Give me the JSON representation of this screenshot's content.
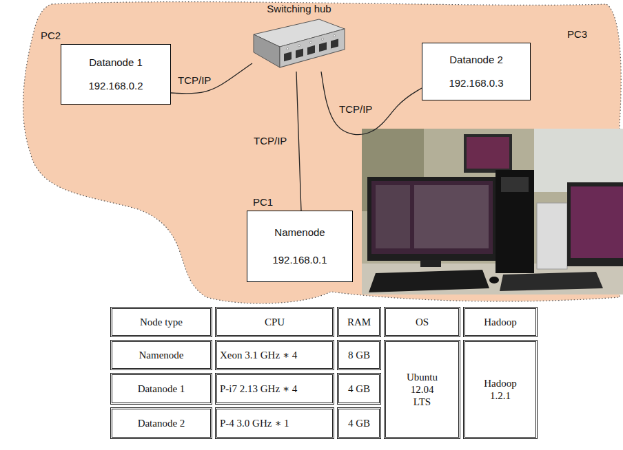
{
  "diagram": {
    "nodes": [
      {
        "text": [
          "PC2",
          "Datanode 1",
          "192.168.0.2"
        ]
      },
      {
        "text": [
          "Switching hub"
        ]
      },
      {
        "text": [
          "PC3",
          "Datanode 2",
          "192.168.0.3"
        ]
      },
      {
        "text": [
          "PC1",
          "Namenode",
          "192.168.0.1"
        ]
      }
    ],
    "edges": [
      {
        "from": 0,
        "to": 1,
        "label": "TCP/IP",
        "arrow": "none"
      },
      {
        "from": 2,
        "to": 1,
        "label": "TCP/IP",
        "arrow": "none"
      },
      {
        "from": 3,
        "to": 1,
        "label": "TCP/IP",
        "arrow": "none"
      }
    ],
    "labels": [
      "Node type",
      "CPU",
      "RAM",
      "OS",
      "Hadoop",
      "Namenode",
      "Xeon 3.1 GHz ∗ 4",
      "8 GB",
      "Datanode 1",
      "P-i7 2.13 GHz ∗ 4",
      "4 GB",
      "Datanode 2",
      "P-4 3.0 GHz ∗ 1",
      "4 GB",
      "Ubuntu 12.04 LTS",
      "Hadoop 1.2.1"
    ]
  }
}
